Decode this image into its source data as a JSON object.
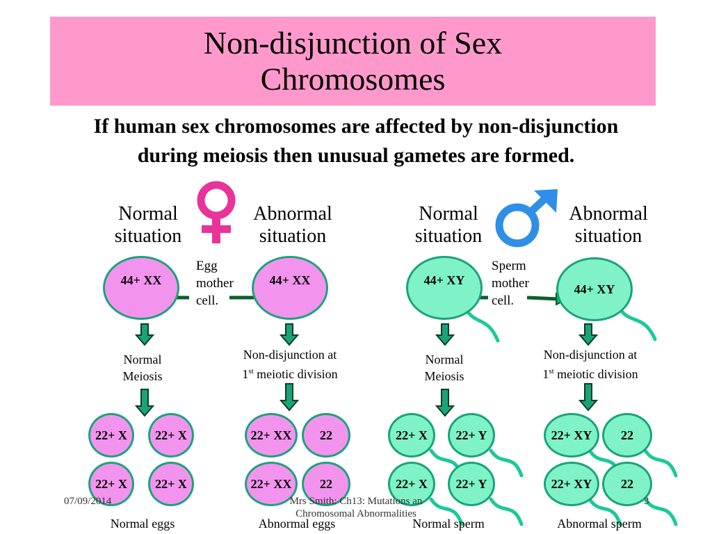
{
  "title_lines": [
    "Non-disjunction of Sex",
    "Chromosomes"
  ],
  "subtitle_lines": [
    "If human sex chromosomes are affected by non-disjunction",
    "during meiosis then unusual gametes are formed."
  ],
  "female": {
    "normal_heading": [
      "Normal",
      "situation"
    ],
    "abnormal_heading": [
      "Abnormal",
      "situation"
    ],
    "mother_cell_label": [
      "Egg",
      "mother",
      "cell."
    ],
    "parent_normal": "44+ XX",
    "parent_abnormal": "44+ XX",
    "normal_process": [
      "Normal",
      "Meiosis"
    ],
    "abnormal_process": [
      "Non-disjunction at",
      "1",
      "st",
      " meiotic division"
    ],
    "normal_gametes": [
      "22+ X",
      "22+ X",
      "22+ X",
      "22+ X"
    ],
    "abnormal_gametes": [
      "22+ XX",
      "22",
      "22+ XX",
      "22"
    ],
    "normal_caption": "Normal eggs",
    "abnormal_caption": "Abnormal eggs"
  },
  "male": {
    "normal_heading": [
      "Normal",
      "situation"
    ],
    "abnormal_heading": [
      "Abnormal",
      "situation"
    ],
    "mother_cell_label": [
      "Sperm",
      "mother",
      "cell."
    ],
    "parent_normal": "44+ XY",
    "parent_abnormal": "44+ XY",
    "normal_process": [
      "Normal",
      "Meiosis"
    ],
    "abnormal_process": [
      "Non-disjunction at",
      "1",
      "st",
      " meiotic division"
    ],
    "normal_gametes": [
      "22+ X",
      "22+ Y",
      "22+ X",
      "22+ Y"
    ],
    "abnormal_gametes": [
      "22+ XY",
      "22",
      "22+ XY",
      "22"
    ],
    "normal_caption": "Normal  sperm",
    "abnormal_caption": "Abnormal sperm"
  },
  "footer": {
    "date": "07/09/2014",
    "source": [
      "Mrs Smith: Ch13: Mutations an",
      "Chromosomal Abnormalities"
    ],
    "page": "3"
  },
  "colors": {
    "title_bg": "#ff99cc",
    "egg_fill": "#f294ee",
    "sperm_fill": "#7ff2c8",
    "outline": "#1aa37a",
    "arrow": "#0b5e2c",
    "female_symbol": "#e8339a",
    "male_symbol": "#2f8fe6"
  }
}
